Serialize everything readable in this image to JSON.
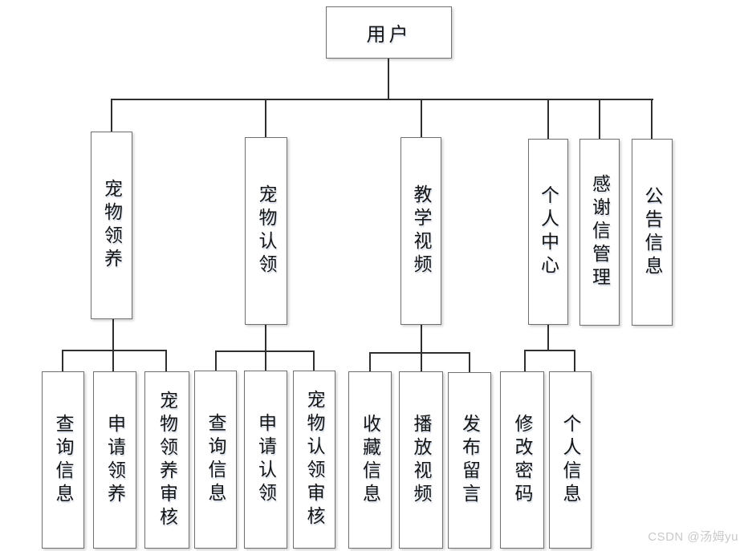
{
  "tree": {
    "root": "用户",
    "branches": [
      {
        "label": "宠物领养",
        "children": [
          "查询信息",
          "申请领养",
          "宠物领养审核"
        ]
      },
      {
        "label": "宠物认领",
        "children": [
          "查询信息",
          "申请认领",
          "宠物认领审核"
        ]
      },
      {
        "label": "教学视频",
        "children": [
          "收藏信息",
          "播放视频",
          "发布留言"
        ]
      },
      {
        "label": "个人中心",
        "children": [
          "修改密码",
          "个人信息"
        ]
      },
      {
        "label": "感谢信管理",
        "children": []
      },
      {
        "label": "公告信息",
        "children": []
      }
    ]
  },
  "watermark": "CSDN @汤姆yu",
  "colors": {
    "line": "#2f2f2f",
    "node_border": "#6f6f6f",
    "background": "#ffffff",
    "watermark": "#c9c9c9"
  }
}
